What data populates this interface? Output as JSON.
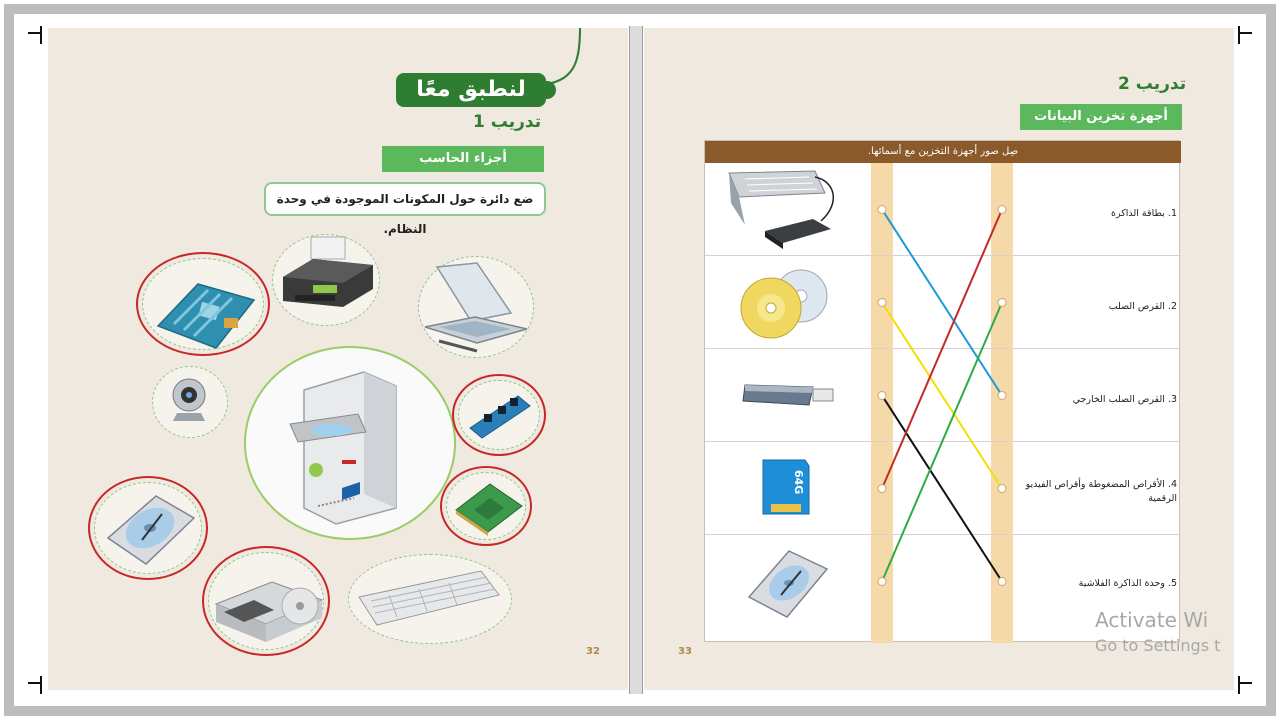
{
  "left_page": {
    "title": "لنطبق معًا",
    "exercise_heading": "تدريب 1",
    "section_tab": "أجزاء الحاسب",
    "instruction": "ضع دائرة حول المكونات الموجودة في وحدة النظام.",
    "page_number": "32",
    "items": [
      {
        "name": "motherboard",
        "circled": true
      },
      {
        "name": "printer",
        "circled": false
      },
      {
        "name": "scanner",
        "circled": false
      },
      {
        "name": "webcam",
        "circled": false
      },
      {
        "name": "system-unit",
        "circled": false
      },
      {
        "name": "ram",
        "circled": true
      },
      {
        "name": "cpu",
        "circled": true
      },
      {
        "name": "hard-disk",
        "circled": true
      },
      {
        "name": "optical-drive",
        "circled": true
      },
      {
        "name": "keyboard",
        "circled": false
      }
    ],
    "colors": {
      "title_green": "#2f7d32",
      "tab_green": "#5cb85c",
      "circle_red": "#c62828"
    }
  },
  "right_page": {
    "exercise_heading": "تدريب 2",
    "section_tab": "أجهزة تخزين البيانات",
    "table_header": "صِل صور أجهزة التخزين مع أسمائها.",
    "page_number": "33",
    "labels": [
      "1. بطاقة الذاكرة",
      "2. القرص الصلب",
      "3. القرص الصلب الخارجي",
      "4. الأقراص المضغوطة وأقراص الفيديو الرقمية",
      "5. وحدة الذاكرة الفلاشية"
    ],
    "images": [
      "external-hard-disk",
      "cd-dvd-discs",
      "usb-flash-drive",
      "memory-card-64g",
      "internal-hard-disk"
    ],
    "connections": [
      {
        "image": 1,
        "label": 3,
        "color": "#1e9bd7"
      },
      {
        "image": 2,
        "label": 4,
        "color": "#f2e000"
      },
      {
        "image": 3,
        "label": 5,
        "color": "#111111"
      },
      {
        "image": 4,
        "label": 1,
        "color": "#c62828"
      },
      {
        "image": 5,
        "label": 2,
        "color": "#2eaa4a"
      }
    ],
    "colors": {
      "header_brown": "#8b5a2b",
      "strip": "#f5d9a8"
    }
  },
  "memory_card_text": "64G",
  "watermark": {
    "line1": "Activate Wi",
    "line2": "Go to Settings t"
  }
}
